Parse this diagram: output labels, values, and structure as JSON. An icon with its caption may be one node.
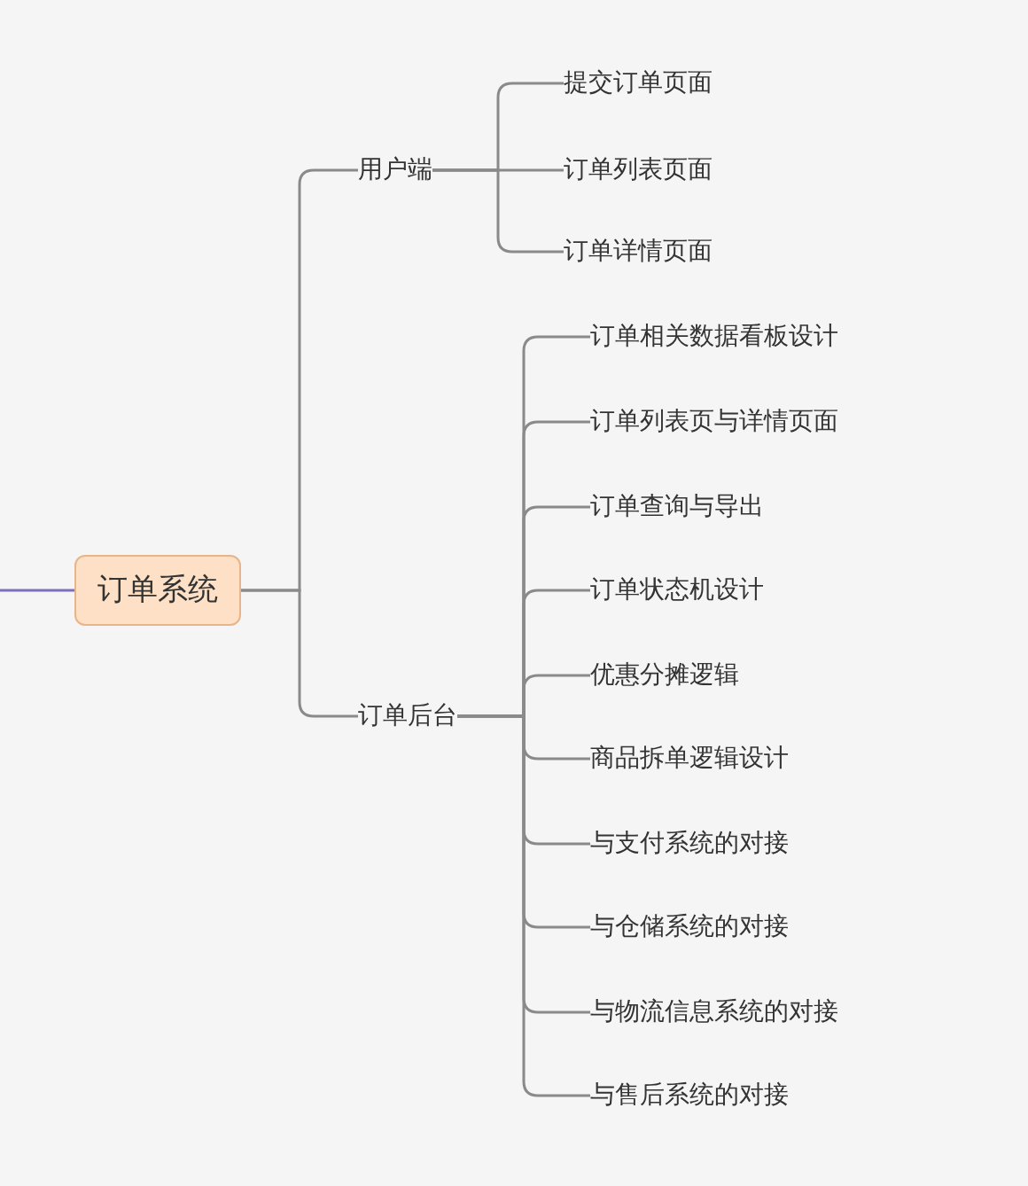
{
  "diagram": {
    "nodes": [
      {
        "text": [
          "订单系统"
        ]
      },
      {
        "text": [
          "用户端"
        ]
      },
      {
        "text": [
          "提交订单页面"
        ]
      },
      {
        "text": [
          "订单列表页面"
        ]
      },
      {
        "text": [
          "订单详情页面"
        ]
      },
      {
        "text": [
          "订单后台"
        ]
      },
      {
        "text": [
          "订单相关数据看板设计"
        ]
      },
      {
        "text": [
          "订单列表页与详情页面"
        ]
      },
      {
        "text": [
          "订单查询与导出"
        ]
      },
      {
        "text": [
          "订单状态机设计"
        ]
      },
      {
        "text": [
          "优惠分摊逻辑"
        ]
      },
      {
        "text": [
          "商品拆单逻辑设计"
        ]
      },
      {
        "text": [
          "与支付系统的对接"
        ]
      },
      {
        "text": [
          "与仓储系统的对接"
        ]
      },
      {
        "text": [
          "与物流信息系统的对接"
        ]
      },
      {
        "text": [
          "与售后系统的对接"
        ]
      }
    ],
    "edges": [
      {
        "from": null,
        "to": 0,
        "arrow": "none",
        "color": "#7b6fc0"
      },
      {
        "from": 0,
        "to": 1,
        "arrow": "none"
      },
      {
        "from": 0,
        "to": 5,
        "arrow": "none"
      },
      {
        "from": 1,
        "to": 2,
        "arrow": "none"
      },
      {
        "from": 1,
        "to": 3,
        "arrow": "none"
      },
      {
        "from": 1,
        "to": 4,
        "arrow": "none"
      },
      {
        "from": 5,
        "to": 6,
        "arrow": "none"
      },
      {
        "from": 5,
        "to": 7,
        "arrow": "none"
      },
      {
        "from": 5,
        "to": 8,
        "arrow": "none"
      },
      {
        "from": 5,
        "to": 9,
        "arrow": "none"
      },
      {
        "from": 5,
        "to": 10,
        "arrow": "none"
      },
      {
        "from": 5,
        "to": 11,
        "arrow": "none"
      },
      {
        "from": 5,
        "to": 12,
        "arrow": "none"
      },
      {
        "from": 5,
        "to": 13,
        "arrow": "none"
      },
      {
        "from": 5,
        "to": 14,
        "arrow": "none"
      },
      {
        "from": 5,
        "to": 15,
        "arrow": "none"
      }
    ]
  }
}
